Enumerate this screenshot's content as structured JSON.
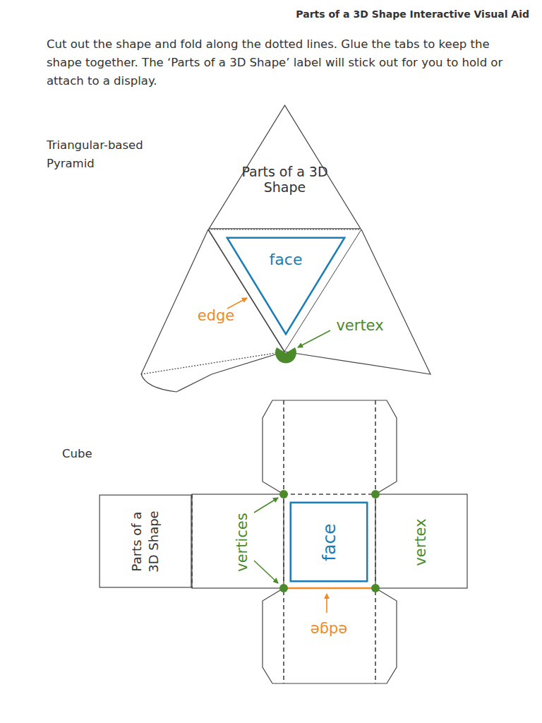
{
  "diagram": {
    "title": "Parts of a 3D Shape Interactive Visual Aid",
    "nodes": [
      {
        "text": [
          "Parts of a 3D Shape"
        ]
      },
      {
        "text": [
          "face"
        ]
      },
      {
        "text": [
          "Parts of a 3D Shape"
        ]
      },
      {
        "text": [
          "face"
        ]
      }
    ],
    "labels": [
      "Cut out the shape and fold along the dotted lines. Glue the tabs to keep the shape together. The ‘Parts of a 3D Shape’ label will stick out for you to hold or attach to a display.",
      "Triangular-based Pyramid",
      "edge",
      "vertex",
      "Cube",
      "vertices",
      "vertex",
      "edge"
    ]
  }
}
